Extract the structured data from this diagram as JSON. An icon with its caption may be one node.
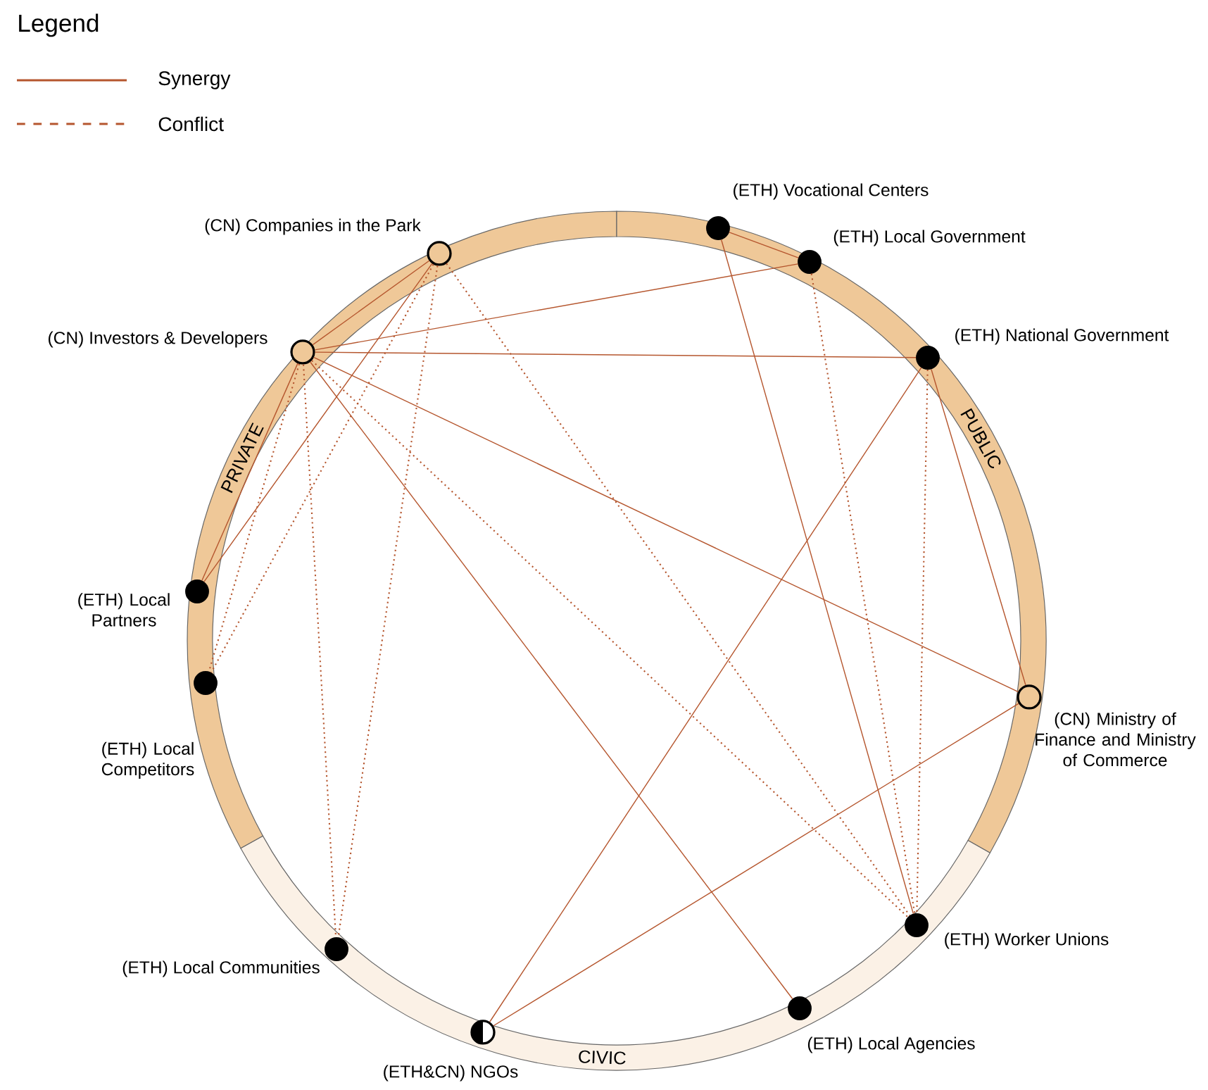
{
  "diagram": {
    "nodes": [
      {
        "text": [
          "(CN) Companies in the Park"
        ]
      },
      {
        "text": [
          "(CN) Investors & Developers"
        ]
      },
      {
        "text": [
          "(ETH) Vocational Centers"
        ]
      },
      {
        "text": [
          "(ETH) Local Government"
        ]
      },
      {
        "text": [
          "(ETH) National Government"
        ]
      },
      {
        "text": [
          "(CN) Ministry of Finance and Ministry of Commerce"
        ]
      },
      {
        "text": [
          "(ETH) Worker Unions"
        ]
      },
      {
        "text": [
          "(ETH) Local Agencies"
        ]
      },
      {
        "text": [
          "(ETH&CN) NGOs"
        ]
      },
      {
        "text": [
          "(ETH) Local Communities"
        ]
      },
      {
        "text": [
          "(ETH) Local Competitors"
        ]
      },
      {
        "text": [
          "(ETH) Local Partners"
        ]
      }
    ],
    "edges": [
      {
        "from": 1,
        "to": 0,
        "arrow": "none"
      },
      {
        "from": 1,
        "to": 3,
        "arrow": "none"
      },
      {
        "from": 1,
        "to": 4,
        "arrow": "none"
      },
      {
        "from": 1,
        "to": 5,
        "arrow": "none"
      },
      {
        "from": 1,
        "to": 7,
        "arrow": "none"
      },
      {
        "from": 1,
        "to": 11,
        "arrow": "none"
      },
      {
        "from": 0,
        "to": 11,
        "arrow": "none"
      },
      {
        "from": 2,
        "to": 3,
        "arrow": "none"
      },
      {
        "from": 2,
        "to": 6,
        "arrow": "none"
      },
      {
        "from": 4,
        "to": 8,
        "arrow": "none"
      },
      {
        "from": 4,
        "to": 5,
        "arrow": "none"
      },
      {
        "from": 5,
        "to": 8,
        "arrow": "none"
      },
      {
        "from": 1,
        "to": 6,
        "arrow": "none",
        "style": "dashed"
      },
      {
        "from": 0,
        "to": 6,
        "arrow": "none",
        "style": "dashed"
      },
      {
        "from": 3,
        "to": 6,
        "arrow": "none",
        "style": "dashed"
      },
      {
        "from": 4,
        "to": 6,
        "arrow": "none",
        "style": "dashed"
      },
      {
        "from": 1,
        "to": 9,
        "arrow": "none",
        "style": "dashed"
      },
      {
        "from": 0,
        "to": 9,
        "arrow": "none",
        "style": "dashed"
      },
      {
        "from": 1,
        "to": 10,
        "arrow": "none",
        "style": "dashed"
      },
      {
        "from": 0,
        "to": 10,
        "arrow": "none",
        "style": "dashed"
      }
    ],
    "labels": [
      "Legend",
      "PRIVATE",
      "PUBLIC",
      "CIVIC"
    ],
    "legend": [
      {
        "text": "Synergy"
      },
      {
        "text": "Conflict"
      }
    ]
  }
}
